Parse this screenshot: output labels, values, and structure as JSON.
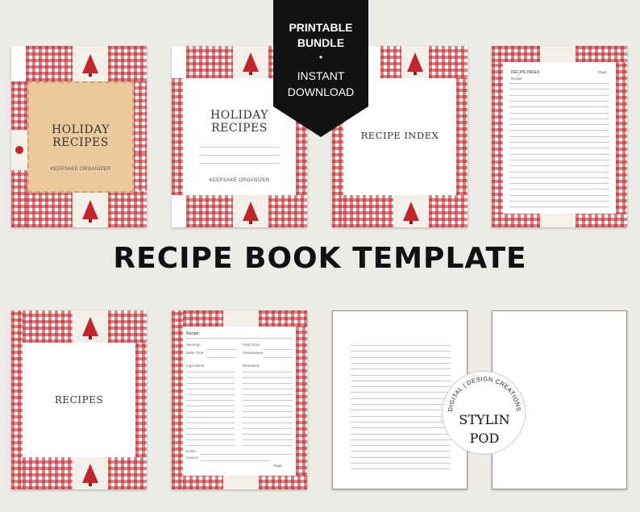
{
  "badge": {
    "line1": "PRINTABLE",
    "line2": "BUNDLE",
    "bullet": "•",
    "line3": "INSTANT",
    "line4": "DOWNLOAD"
  },
  "main_title": "RECIPE BOOK TEMPLATE",
  "cover1": {
    "title_line1": "HOLIDAY",
    "title_line2": "RECIPES",
    "subtitle": "KEEPSAKE ORGANIZER"
  },
  "cover2": {
    "title_line1": "HOLIDAY",
    "title_line2": "RECIPES",
    "subtitle": "KEEPSAKE ORGANIZER"
  },
  "index_cover": {
    "title": "RECIPE INDEX"
  },
  "index_page": {
    "title": "RECIPE INDEX",
    "col_recipe": "Recipe",
    "col_page": "Page:"
  },
  "recipes_divider": {
    "title": "RECIPES"
  },
  "recipe_card": {
    "recipe": "Recipe:",
    "servings": "Servings:",
    "prep_time": "Prep Time:",
    "bake_time": "Bake Time:",
    "temperature": "Temperature:",
    "ingredients": "Ingredients:",
    "directions": "Directions:",
    "notes": "Notes:",
    "source": "Source:",
    "page": "Page:"
  },
  "logo": {
    "arc_text": "DIGITAL | DESIGN CREATIONS",
    "line1": "STYLIN",
    "line2": "POD"
  },
  "colors": {
    "red": "#c0262c",
    "kraft": "#ebc99d",
    "background": "#ecebe7",
    "badge": "#111111"
  }
}
